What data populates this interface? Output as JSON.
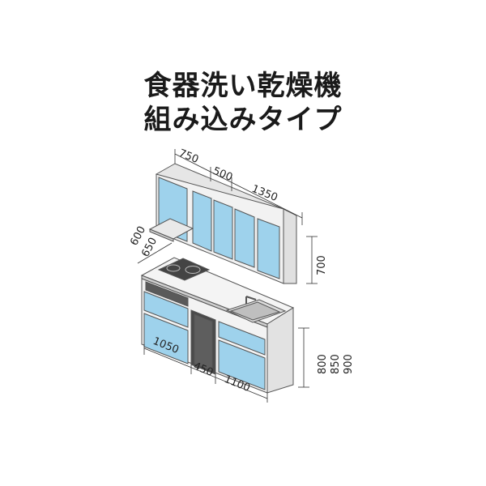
{
  "title": {
    "line1": "食器洗い乾燥機",
    "line2": "組み込みタイプ"
  },
  "dimensions": {
    "upper_widths": [
      "750",
      "500",
      "1350"
    ],
    "depths": [
      "600",
      "650"
    ],
    "upper_height": "700",
    "base_widths": [
      "1050",
      "450",
      "1100"
    ],
    "counter_heights": [
      "800",
      "850",
      "900"
    ]
  },
  "colors": {
    "door_blue": "#9ed2ec",
    "cabinet_white": "#f2f2f2",
    "line": "#555555"
  }
}
